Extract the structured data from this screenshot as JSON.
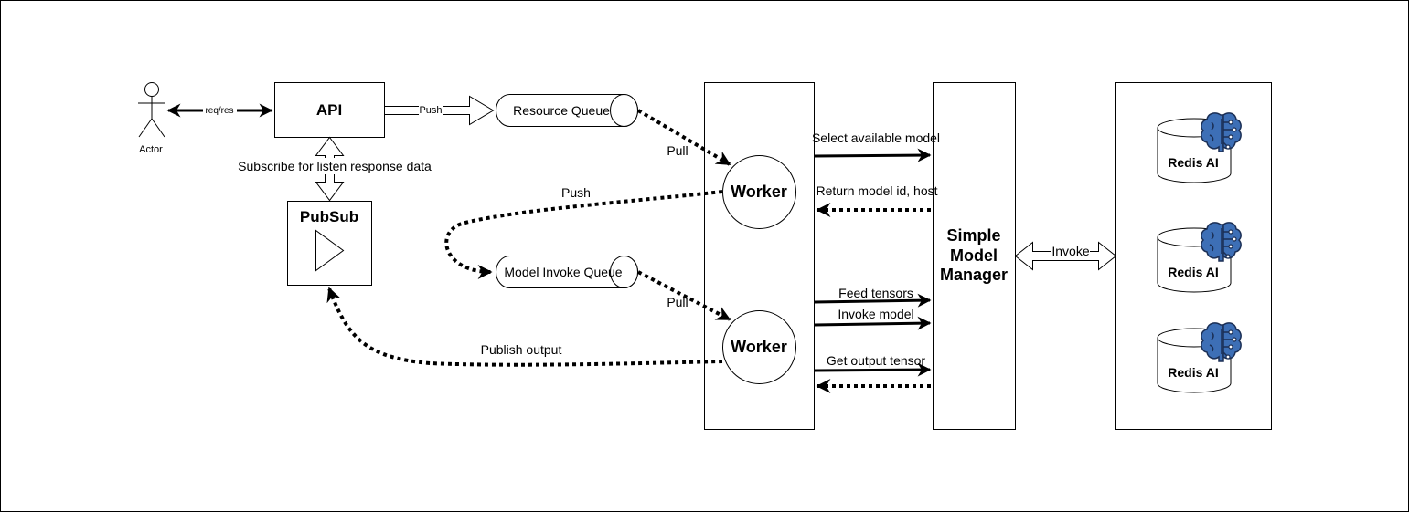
{
  "actor": {
    "label": "Actor"
  },
  "api": {
    "label": "API"
  },
  "pubsub": {
    "label": "PubSub"
  },
  "queues": {
    "resource": "Resource Queue",
    "model_invoke": "Model Invoke Queue"
  },
  "workers": [
    "Worker",
    "Worker"
  ],
  "manager": {
    "line1": "Simple",
    "line2": "Model",
    "line3": "Manager"
  },
  "redis": [
    "Redis AI",
    "Redis AI",
    "Redis AI"
  ],
  "edges": {
    "req_res": "req/res",
    "push_api": "Push",
    "subscribe": "Subscribe for listen response data",
    "pull_1": "Pull",
    "push_worker": "Push",
    "pull_2": "Pull",
    "publish": "Publish output",
    "select_model": "Select available model",
    "return_model": "Return model id, host",
    "feed": "Feed tensors",
    "invoke_model": "Invoke model",
    "get_output": "Get output tensor",
    "invoke": "Invoke"
  },
  "colors": {
    "brain": "#3d6fb6",
    "brain_stroke": "#1b2f55"
  },
  "icons": {
    "brain": "brain-circuit-icon",
    "play": "play-icon"
  }
}
